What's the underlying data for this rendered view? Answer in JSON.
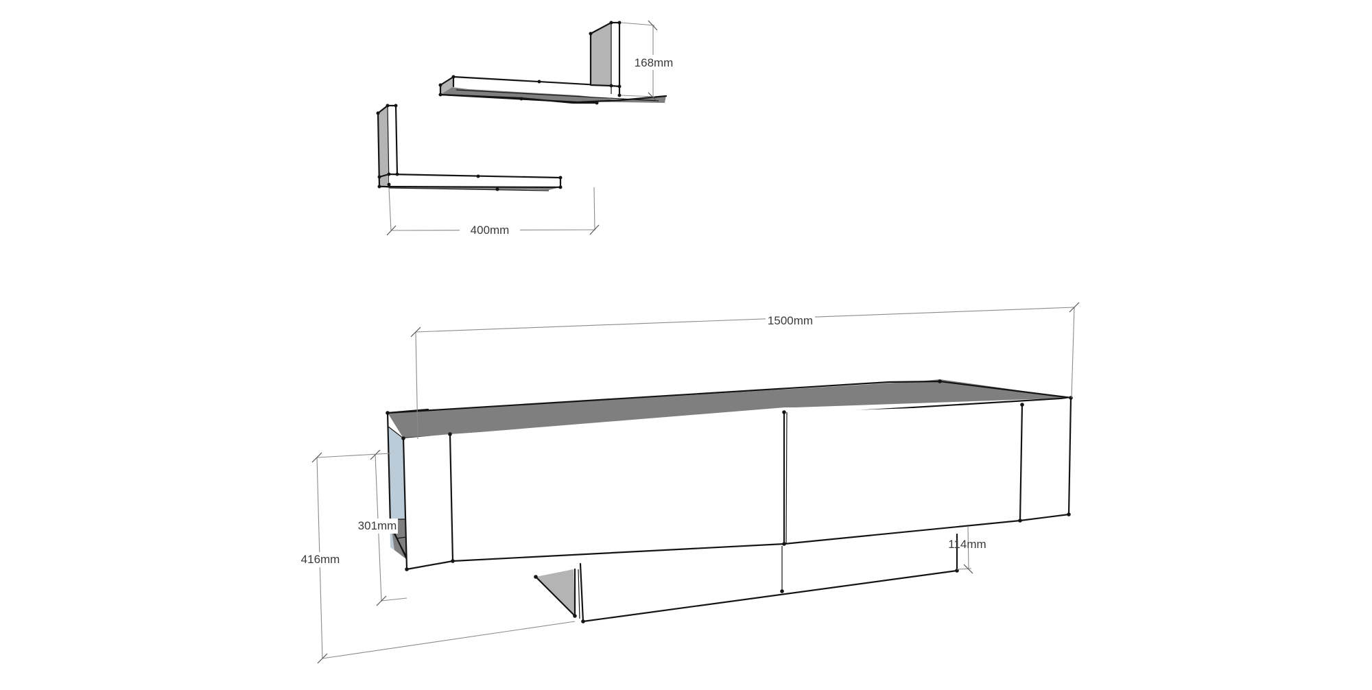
{
  "drawing": {
    "type": "furniture-dimension-drawing",
    "objects": [
      {
        "name": "upper-wall-shelf",
        "kind": "L-shaped wall shelf"
      },
      {
        "name": "lower-wall-shelf",
        "kind": "L-shaped wall shelf"
      },
      {
        "name": "tv-unit",
        "kind": "floating TV cabinet with two flap doors and open side niche"
      }
    ],
    "colors": {
      "background": "#ffffff",
      "edge": "#141414",
      "top_face": "#7f7f7f",
      "side_face": "#b4b4b4",
      "glass_back": "#bccbd8",
      "dimension_line": "#8a8a8a"
    }
  },
  "dimensions": {
    "shelf_height": "168mm",
    "shelf_width": "400mm",
    "cabinet_width": "1500mm",
    "cabinet_total_height": "416mm",
    "cabinet_body_height": "301mm",
    "plinth_height": "114mm"
  }
}
